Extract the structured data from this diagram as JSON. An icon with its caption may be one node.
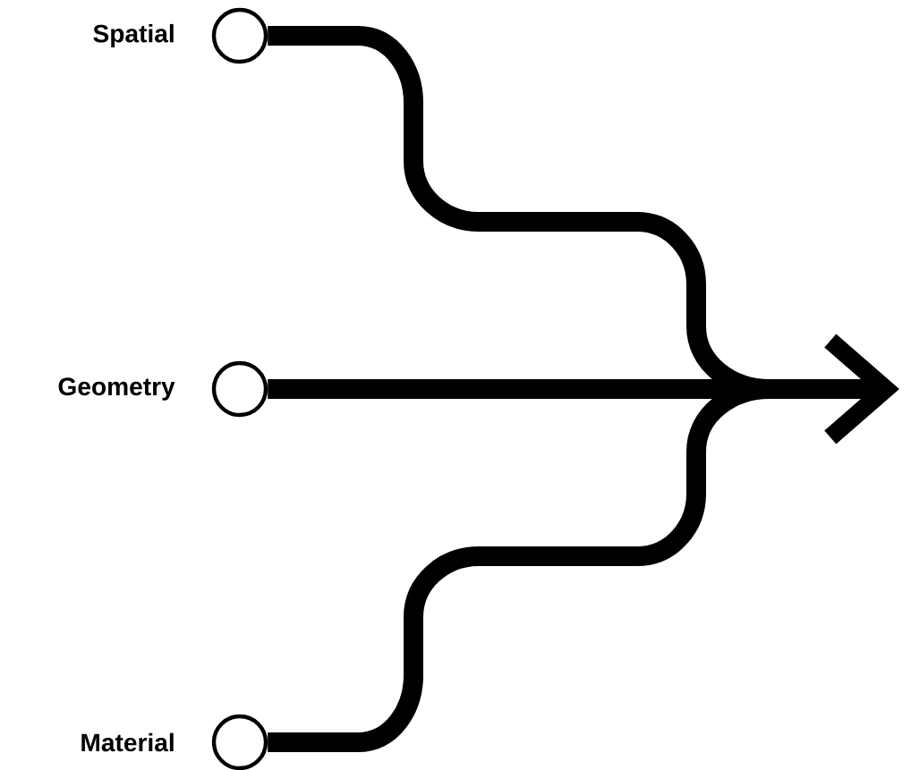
{
  "diagram": {
    "nodes": [
      {
        "text": [],
        "shape": "circle",
        "beside": [
          "Spatial"
        ]
      },
      {
        "text": [],
        "shape": "circle",
        "beside": [
          "Geometry"
        ]
      },
      {
        "text": [],
        "shape": "circle",
        "beside": [
          "Material"
        ]
      }
    ],
    "edges": [
      {
        "from": 0,
        "to": null,
        "arrow": "to"
      },
      {
        "from": 1,
        "to": null,
        "arrow": "to"
      },
      {
        "from": 2,
        "to": null,
        "arrow": "to"
      }
    ]
  }
}
